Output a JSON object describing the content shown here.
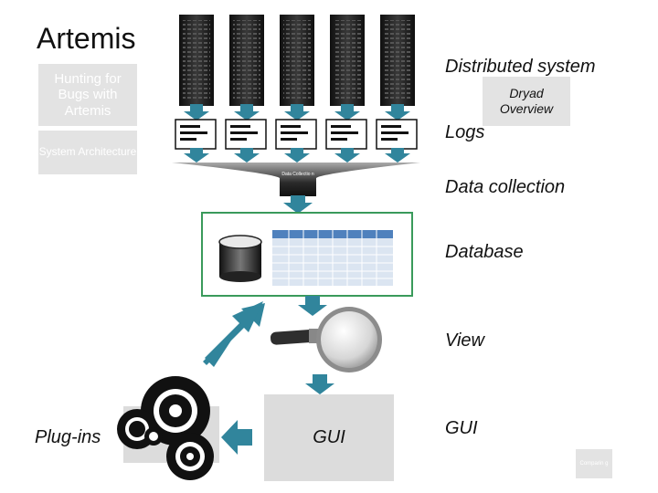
{
  "title": "Artemis",
  "nav": {
    "hunting_label": "Hunting for Bugs with Artemis",
    "system_arch_label": "System Architecture"
  },
  "dryad_button": "Dryad Overview",
  "labels": {
    "distributed": "Distributed system",
    "logs": "Logs",
    "data_collection": "Data collection",
    "database": "Database",
    "view": "View",
    "gui": "GUI",
    "plugins": "Plug-ins"
  },
  "funnel_label": "Data Collectio n",
  "gui_box_label": "GUI",
  "corner_button": "Comparin g",
  "colors": {
    "arrow": "#31859c",
    "database_border": "#3a9a5b",
    "table_header": "#4f81bd",
    "table_row": "#dbe5f1"
  }
}
